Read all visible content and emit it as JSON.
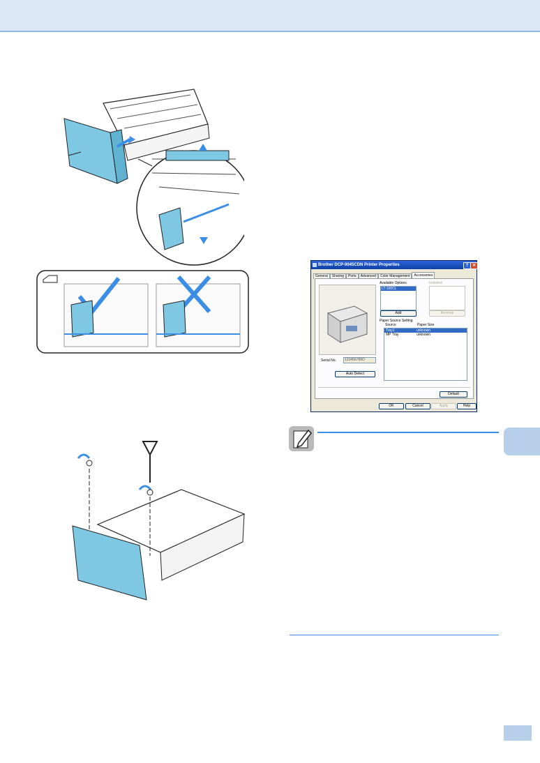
{
  "dialog": {
    "title": "Brother DCP-9045CDN Printer Properties",
    "tabs": [
      "General",
      "Sharing",
      "Ports",
      "Advanced",
      "Color Management",
      "Accessories"
    ],
    "available_options_label": "Available Options",
    "available_options": [
      "LT-100CL"
    ],
    "installed_label": "Installed",
    "add_label": "Add",
    "remove_label": "Remove",
    "paper_source_setting_label": "Paper Source Setting",
    "source_header": "Source",
    "paper_size_header": "Paper Size",
    "sources": [
      {
        "source": "Tray1",
        "size": "unknown"
      },
      {
        "source": "MP Tray",
        "size": "unknown"
      }
    ],
    "serial_label": "Serial No.",
    "serial_value": "123456789O",
    "auto_detect_label": "Auto Detect",
    "default_label": "Default",
    "ok_label": "OK",
    "cancel_label": "Cancel",
    "apply_label": "Apply",
    "help_label": "Help",
    "help_glyph": "?",
    "close_glyph": "✕"
  },
  "colors": {
    "accent_blue": "#3a8ee6",
    "tray_blue": "#7ec8e3"
  }
}
